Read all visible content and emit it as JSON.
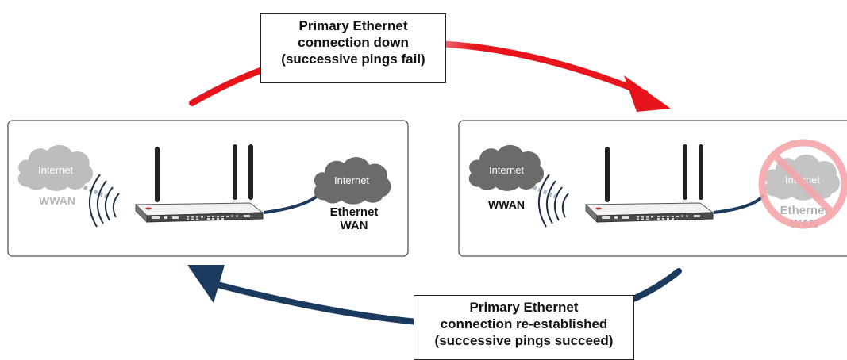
{
  "top_label": {
    "line1": "Primary Ethernet",
    "line2": "connection down",
    "line3": "(successive pings fail)"
  },
  "bottom_label": {
    "line1": "Primary Ethernet",
    "line2": "connection re-established",
    "line3": "(successive pings succeed)"
  },
  "left_panel": {
    "wwan_cloud": "Internet",
    "wwan_label": "WWAN",
    "eth_cloud": "Internet",
    "eth_label_1": "Ethernet",
    "eth_label_2": "WAN"
  },
  "right_panel": {
    "wwan_cloud": "Internet",
    "wwan_label": "WWAN",
    "eth_cloud": "Internet",
    "eth_label_1": "Ethernet",
    "eth_label_2": "WAN"
  },
  "colors": {
    "failover_arrow": "#e8141c",
    "restore_arrow": "#1c3a5e",
    "active_cloud": "#6b6b6b",
    "inactive_cloud": "#bdbdbd",
    "blocked_symbol": "#f4a6aa"
  },
  "icons": [
    "cloud-icon",
    "router-icon",
    "antenna-icon",
    "wireless-signal-icon",
    "prohibited-icon",
    "arrow-icon"
  ]
}
